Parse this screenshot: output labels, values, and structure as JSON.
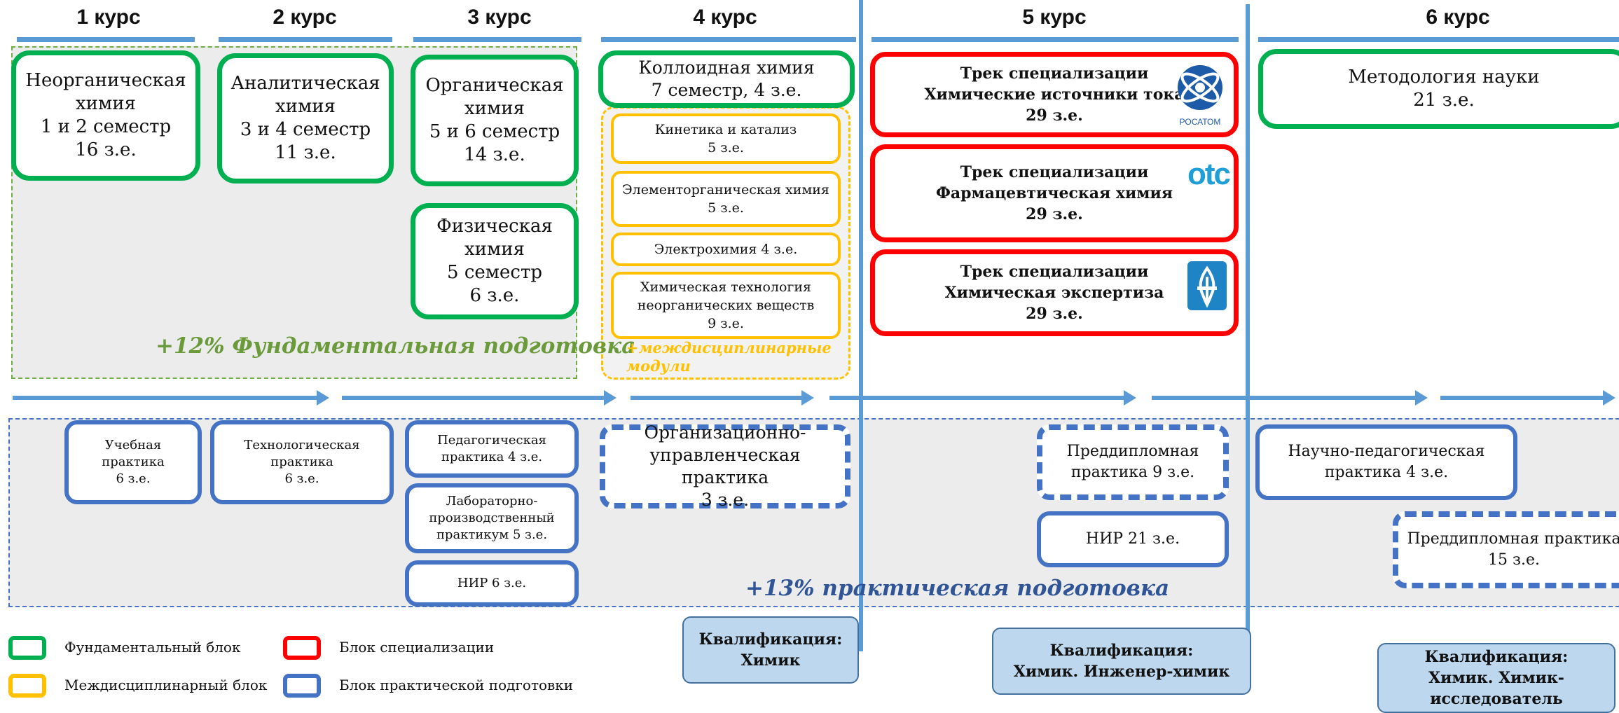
{
  "courses": [
    "1 курс",
    "2 курс",
    "3 курс",
    "4 курс",
    "5 курс",
    "6 курс"
  ],
  "green_boxes": [
    {
      "lines": [
        "Неорганическая",
        "химия",
        "1 и 2 семестр",
        "16 з.е."
      ]
    },
    {
      "lines": [
        "Аналитическая",
        "химия",
        "3 и 4 семестр",
        "11 з.е."
      ]
    },
    {
      "lines": [
        "Органическая",
        "химия",
        "5 и 6 семестр",
        "14 з.е."
      ]
    },
    {
      "lines": [
        "Физическая",
        "химия",
        "5 семестр",
        "6 з.е."
      ]
    },
    {
      "lines": [
        "Коллоидная химия",
        "7 семестр, 4 з.е."
      ]
    },
    {
      "lines": [
        "Методология науки",
        "21 з.е."
      ]
    }
  ],
  "fundamental_label": "+12% Фундаментальная подготовка",
  "yellow_boxes": [
    {
      "lines": [
        "Кинетика и катализ",
        "5 з.е."
      ]
    },
    {
      "lines": [
        "Элементорганическая химия",
        "5 з.е."
      ]
    },
    {
      "lines": [
        "Электрохимия 4 з.е."
      ]
    },
    {
      "lines": [
        "Химическая технология",
        "неорганических веществ",
        "9 з.е."
      ]
    }
  ],
  "interdisciplinary_label": "+междисциплинарные модули",
  "tracks": [
    {
      "lines": [
        "Трек специализации",
        "Химические источники тока",
        "29 з.е."
      ],
      "logo": "rosatom-logo",
      "logo_text": "РОСАТОМ"
    },
    {
      "lines": [
        "Трек специализации",
        "Фармацевтическая химия",
        "29 з.е."
      ],
      "logo": "otc-logo",
      "logo_text": "otc"
    },
    {
      "lines": [
        "Трек специализации",
        "Химическая экспертиза",
        "29 з.е."
      ],
      "logo": "gazprom-logo"
    }
  ],
  "practices": [
    {
      "lines": [
        "Учебная",
        "практика",
        "6 з.е."
      ]
    },
    {
      "lines": [
        "Технологическая",
        "практика",
        "6 з.е."
      ]
    },
    {
      "lines": [
        "Педагогическая",
        "практика 4 з.е."
      ]
    },
    {
      "lines": [
        "Лабораторно-",
        "производственный",
        "практикум 5 з.е."
      ]
    },
    {
      "lines": [
        "НИР 6 з.е."
      ]
    },
    {
      "lines": [
        "Организационно-",
        "управленческая практика",
        "3 з.е."
      ]
    },
    {
      "lines": [
        "Преддипломная",
        "практика 9 з.е."
      ]
    },
    {
      "lines": [
        "НИР 21 з.е."
      ]
    },
    {
      "lines": [
        "Научно-педагогическая",
        "практика 4 з.е."
      ]
    },
    {
      "lines": [
        "Преддипломная практика",
        "15 з.е."
      ]
    }
  ],
  "practical_label": "+13% практическая подготовка",
  "qualifications": [
    {
      "lines": [
        "Квалификация:",
        "Химик"
      ]
    },
    {
      "lines": [
        "Квалификация:",
        "Химик. Инженер-химик"
      ]
    },
    {
      "lines": [
        "Квалификация:",
        "Химик. Химик-",
        "исследователь"
      ]
    }
  ],
  "legend": [
    {
      "label": "Фундаментальный блок",
      "color": "#00b050"
    },
    {
      "label": "Блок специализации",
      "color": "#ff0000"
    },
    {
      "label": "Междисциплинарный блок",
      "color": "#ffc000"
    },
    {
      "label": "Блок практической подготовки",
      "color": "#4472c4"
    }
  ],
  "colors": {
    "fundamental": "#00b050",
    "specialization": "#ff0000",
    "interdisciplinary": "#ffc000",
    "practical": "#4472c4",
    "arrow": "#5b9bd5"
  }
}
